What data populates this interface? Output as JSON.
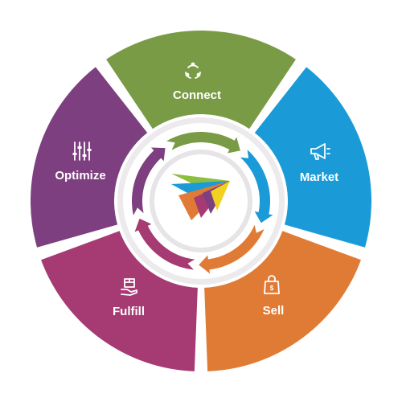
{
  "diagram": {
    "segments": [
      {
        "id": "connect",
        "label": "Connect",
        "icon": "connect-cycle-icon",
        "color": "#7a9b45"
      },
      {
        "id": "market",
        "label": "Market",
        "icon": "megaphone-icon",
        "color": "#1a9bd8"
      },
      {
        "id": "sell",
        "label": "Sell",
        "icon": "shopping-bag-icon",
        "color": "#e07b35"
      },
      {
        "id": "fulfill",
        "label": "Fulfill",
        "icon": "package-hand-icon",
        "color": "#a63a72"
      },
      {
        "id": "optimize",
        "label": "Optimize",
        "icon": "sliders-icon",
        "color": "#7d3f7f"
      }
    ],
    "center_logo": "multicolor-arrow-logo"
  }
}
